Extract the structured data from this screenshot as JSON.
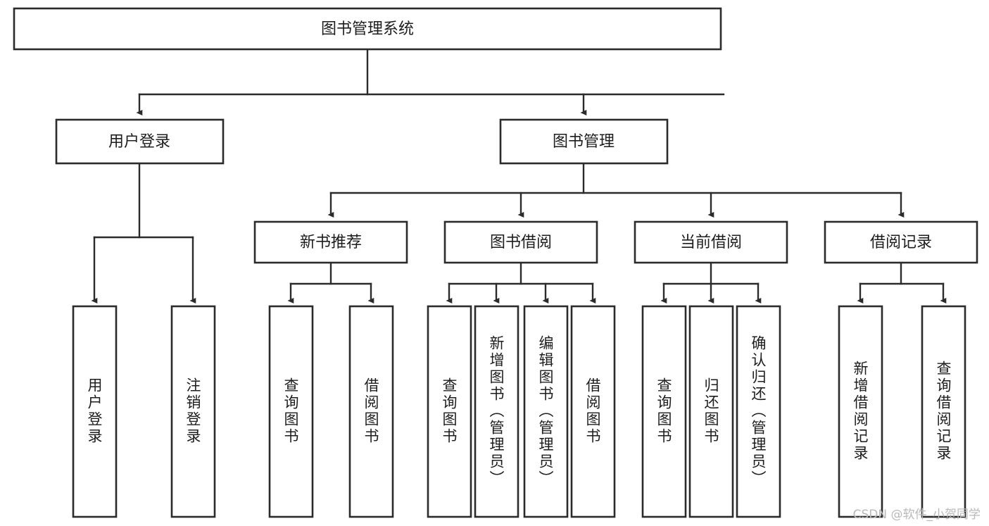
{
  "diagram": {
    "type": "tree-hierarchy-chart",
    "title": "图书管理系统",
    "root": {
      "id": "root",
      "label": "图书管理系统",
      "orientation": "horizontal"
    },
    "level1": [
      {
        "id": "user-login",
        "label": "用户登录",
        "orientation": "horizontal"
      },
      {
        "id": "book-manage",
        "label": "图书管理",
        "orientation": "horizontal"
      }
    ],
    "level2": [
      {
        "id": "new-book-recommend",
        "label": "新书推荐",
        "orientation": "horizontal",
        "parent": "book-manage"
      },
      {
        "id": "book-borrow",
        "label": "图书借阅",
        "orientation": "horizontal",
        "parent": "book-manage"
      },
      {
        "id": "current-borrow",
        "label": "当前借阅",
        "orientation": "horizontal",
        "parent": "book-manage"
      },
      {
        "id": "borrow-record",
        "label": "借阅记录",
        "orientation": "horizontal",
        "parent": "book-manage"
      }
    ],
    "leaves": [
      {
        "id": "leaf-user-login",
        "label": "用户登录",
        "orientation": "vertical",
        "parent": "user-login"
      },
      {
        "id": "leaf-user-logout",
        "label": "注销登录",
        "orientation": "vertical",
        "parent": "user-login"
      },
      {
        "id": "leaf-query-book-1",
        "label": "查询图书",
        "orientation": "vertical",
        "parent": "new-book-recommend"
      },
      {
        "id": "leaf-borrow-book-1",
        "label": "借阅图书",
        "orientation": "vertical",
        "parent": "new-book-recommend"
      },
      {
        "id": "leaf-query-book-2",
        "label": "查询图书",
        "orientation": "vertical",
        "parent": "book-borrow"
      },
      {
        "id": "leaf-add-book",
        "label": "新增图书（管理员）",
        "orientation": "vertical",
        "parent": "book-borrow"
      },
      {
        "id": "leaf-edit-book",
        "label": "编辑图书（管理员）",
        "orientation": "vertical",
        "parent": "book-borrow"
      },
      {
        "id": "leaf-borrow-book-2",
        "label": "借阅图书",
        "orientation": "vertical",
        "parent": "book-borrow"
      },
      {
        "id": "leaf-query-book-3",
        "label": "查询图书",
        "orientation": "vertical",
        "parent": "current-borrow"
      },
      {
        "id": "leaf-return-book",
        "label": "归还图书",
        "orientation": "vertical",
        "parent": "current-borrow"
      },
      {
        "id": "leaf-confirm-return",
        "label": "确认归还（管理员）",
        "orientation": "vertical",
        "parent": "current-borrow"
      },
      {
        "id": "leaf-add-record",
        "label": "新增借阅记录",
        "orientation": "vertical",
        "parent": "borrow-record"
      },
      {
        "id": "leaf-query-record",
        "label": "查询借阅记录",
        "orientation": "vertical",
        "parent": "borrow-record"
      }
    ],
    "colors": {
      "box_stroke": "#2b2b2b",
      "box_fill": "#ffffff",
      "connector": "#2b2b2b",
      "text": "#1d1d1d",
      "watermark": "#b9b9b9",
      "background": "#ffffff"
    }
  },
  "watermark": {
    "text": "CSDN @软件_小贺同学"
  }
}
